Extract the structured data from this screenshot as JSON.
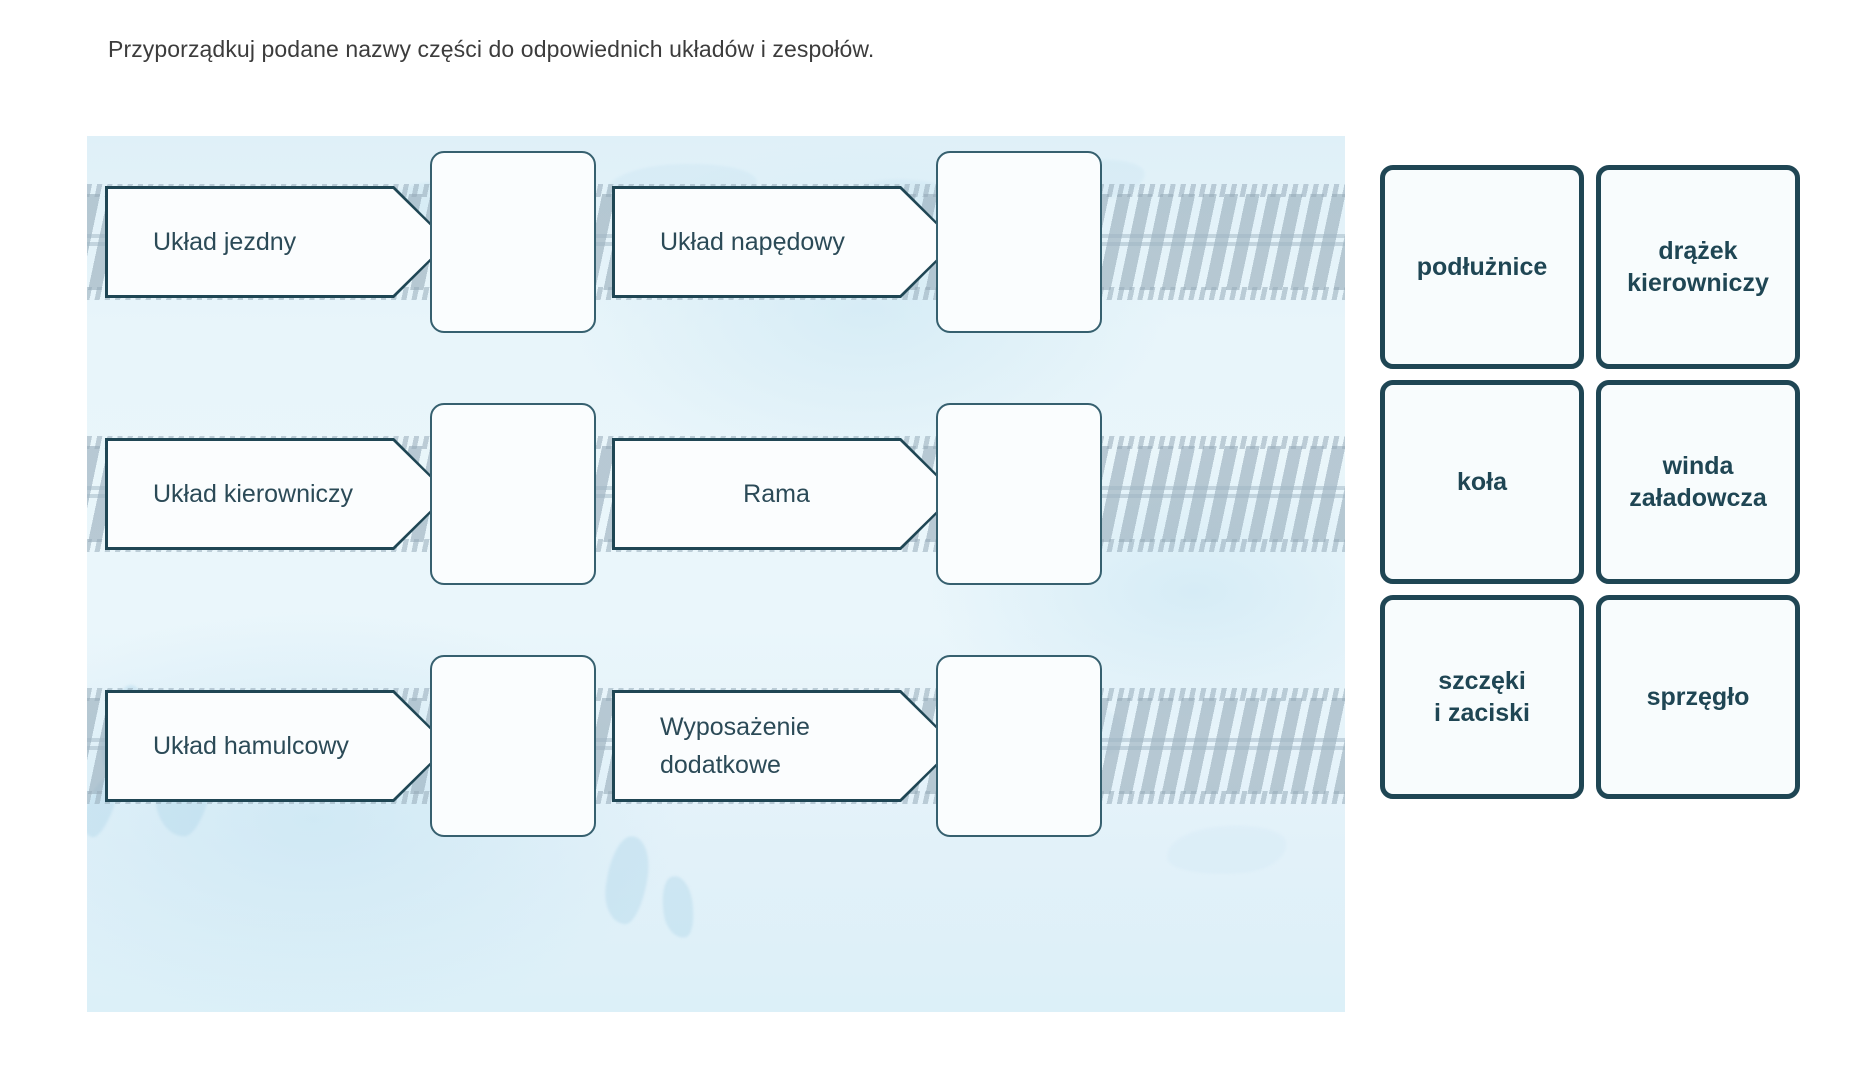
{
  "instruction": "Przyporządkuj podane nazwy części do odpowiednich układów i zespołów.",
  "colors": {
    "ink": "#1f4654",
    "arrow_text": "#2b4a57",
    "panel_bg": "#e4f2f9",
    "card_bg": "#f8fcfd",
    "instruction_text": "#3c3c3c"
  },
  "categories": [
    {
      "id": "uklad-jezdny",
      "label": "Układ jezdny",
      "row": 1,
      "col": 1
    },
    {
      "id": "uklad-napedowy",
      "label": "Układ napędowy",
      "row": 1,
      "col": 2
    },
    {
      "id": "uklad-kierowniczy",
      "label": "Układ kierowniczy",
      "row": 2,
      "col": 1
    },
    {
      "id": "rama",
      "label": "Rama",
      "row": 2,
      "col": 2
    },
    {
      "id": "uklad-hamulcowy",
      "label": "Układ hamulcowy",
      "row": 3,
      "col": 1
    },
    {
      "id": "wyposazenie",
      "label": "Wyposażenie\ndodatkowe",
      "row": 3,
      "col": 2
    }
  ],
  "dropzones": [
    {
      "id": "dropzone-1",
      "value": "",
      "for": "uklad-jezdny"
    },
    {
      "id": "dropzone-2",
      "value": "",
      "for": "uklad-napedowy"
    },
    {
      "id": "dropzone-3",
      "value": "",
      "for": "uklad-kierowniczy"
    },
    {
      "id": "dropzone-4",
      "value": "",
      "for": "rama"
    },
    {
      "id": "dropzone-5",
      "value": "",
      "for": "uklad-hamulcowy"
    },
    {
      "id": "dropzone-6",
      "value": "",
      "for": "wyposazenie"
    }
  ],
  "word_cards": [
    {
      "id": "podluznice",
      "label": "podłużnice",
      "row": 1,
      "col": 1
    },
    {
      "id": "drazek-kierowniczy",
      "label": "drążek\nkierowniczy",
      "row": 1,
      "col": 2
    },
    {
      "id": "kola",
      "label": "koła",
      "row": 2,
      "col": 1
    },
    {
      "id": "winda-zaladowcza",
      "label": "winda\nzaładowcza",
      "row": 2,
      "col": 2
    },
    {
      "id": "szczeki-i-zaciski",
      "label": "szczęki\ni zaciski",
      "row": 3,
      "col": 1
    },
    {
      "id": "sprzeglo",
      "label": "sprzęgło",
      "row": 3,
      "col": 2
    }
  ]
}
